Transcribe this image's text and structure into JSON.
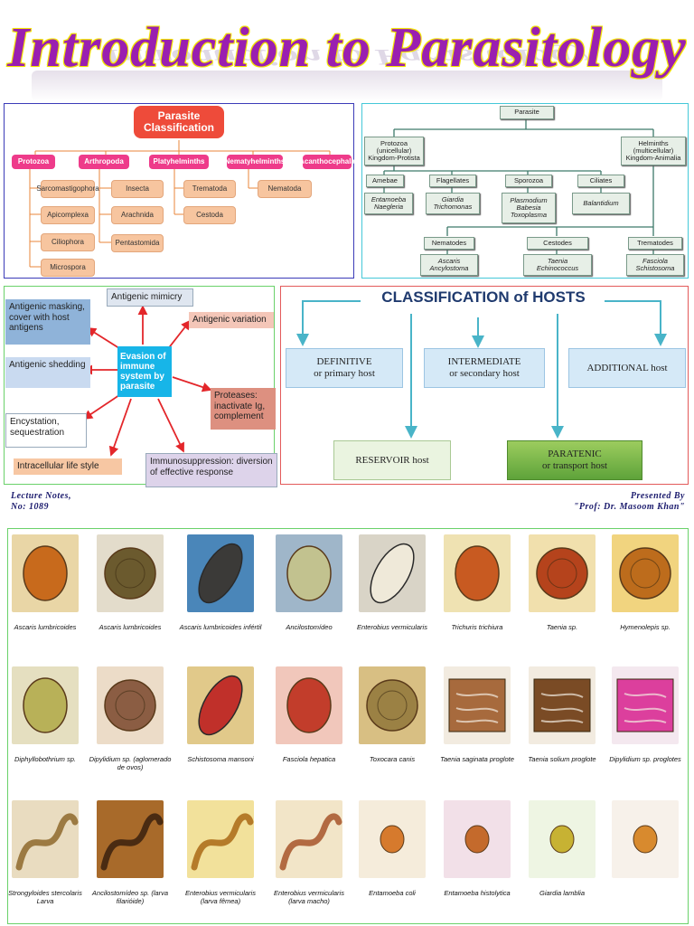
{
  "title": "Introduction to Parasitology",
  "classification_chart": {
    "root": "Parasite\nClassification",
    "groups": [
      "Protozoa",
      "Arthropoda",
      "Platyhelminths",
      "Nematyhelminths",
      "Acanthocephala"
    ],
    "protozoa_items": [
      "Sarcomastigophora",
      "Apicomplexa",
      "Ciliophora",
      "Microspora"
    ],
    "arthropoda_items": [
      "Insecta",
      "Arachnida",
      "Pentastomida"
    ],
    "platy_items": [
      "Trematoda",
      "Cestoda"
    ],
    "nemat_items": [
      "Nematoda"
    ]
  },
  "tree_chart": {
    "root": "Parasite",
    "protozoa": "Protozoa\n(unicellular)\nKingdom-Protista",
    "helminths": "Helminths\n(multicellular)\nKingdom-Animalia",
    "classes": [
      "Amebae",
      "Flagellates",
      "Sporozoa",
      "Ciliates"
    ],
    "class_examples": [
      "Entamoeba\nNaegleria",
      "Giardia\nTrichomonas",
      "Plasmodium\nBabesia\nToxoplasma",
      "Balantidium"
    ],
    "helminth_classes": [
      "Nematodes",
      "Cestodes",
      "Trematodes"
    ],
    "helminth_examples": [
      "Ascaris\nAncylostoma",
      "Taenia\nEchinococcus",
      "Fasciola\nSchistosoma"
    ]
  },
  "evasion": {
    "center": "Evasion of immune system by parasite",
    "items": [
      "Antigenic mimicry",
      "Antigenic masking, cover with host antigens",
      "Antigenic variation",
      "Antigenic shedding",
      "Proteases: inactivate Ig, complement",
      "Encystation, sequestration",
      "Intracellular life style",
      "Immunosuppression: diversion of effective response"
    ]
  },
  "hosts": {
    "title": "CLASSIFICATION of HOSTS",
    "definitive": "DEFINITIVE\nor primary host",
    "intermediate": "INTERMEDIATE\nor secondary host",
    "additional": "ADDITIONAL host",
    "reservoir": "RESERVOIR host",
    "paratenic": "PARATENIC\nor transport host"
  },
  "footer": {
    "left": "Lecture Notes,\nNo: 1089",
    "right": "Presented By\n\"Prof: Dr. Masoom Khan\""
  },
  "gallery": [
    {
      "caption": "Ascaris lumbricoides",
      "bg": "#e9d6a6",
      "fg": "#c86a1c",
      "shape": "oval"
    },
    {
      "caption": "Ascaris lumbricoides",
      "bg": "#e3dccb",
      "fg": "#6b5a2e",
      "shape": "round"
    },
    {
      "caption": "Ascaris lumbricoides infértil",
      "bg": "#4a86b9",
      "fg": "#3b3a38",
      "shape": "long"
    },
    {
      "caption": "Ancilostomídeo",
      "bg": "#9fb6c9",
      "fg": "#c2c28f",
      "shape": "oval"
    },
    {
      "caption": "Enterobius vermicularis",
      "bg": "#d9d4c7",
      "fg": "#efe9d9",
      "shape": "long"
    },
    {
      "caption": "Trichuris trichiura",
      "bg": "#efe2b2",
      "fg": "#c85a21",
      "shape": "oval"
    },
    {
      "caption": "Taenia sp.",
      "bg": "#f1e0ad",
      "fg": "#b5431c",
      "shape": "round"
    },
    {
      "caption": "Hymenolepis sp.",
      "bg": "#f1d47f",
      "fg": "#bd6c1c",
      "shape": "round"
    },
    {
      "caption": "Diphyllobothrium sp.",
      "bg": "#e5dfc0",
      "fg": "#b8b158",
      "shape": "oval"
    },
    {
      "caption": "Dipylidium sp. (aglomerado de ovos)",
      "bg": "#ecdcc8",
      "fg": "#8b5d43",
      "shape": "round"
    },
    {
      "caption": "Schistosoma mansoni",
      "bg": "#e1c98a",
      "fg": "#c0302a",
      "shape": "long"
    },
    {
      "caption": "Fasciola hepatica",
      "bg": "#f1c7bb",
      "fg": "#c23d2b",
      "shape": "oval"
    },
    {
      "caption": "Toxocara canis",
      "bg": "#d8bf83",
      "fg": "#9b8144",
      "shape": "round"
    },
    {
      "caption": "Taenia saginata proglote",
      "bg": "#f2ebe0",
      "fg": "#a76a3d",
      "shape": "rect"
    },
    {
      "caption": "Taenia solium proglote",
      "bg": "#f2ebe0",
      "fg": "#7a4b25",
      "shape": "rect"
    },
    {
      "caption": "Dipylidium sp. proglotes",
      "bg": "#f4e8ef",
      "fg": "#dc3f9d",
      "shape": "rect"
    },
    {
      "caption": "Strongyloides stercolaris Larva",
      "bg": "#e9dcc0",
      "fg": "#9c7a42",
      "shape": "worm"
    },
    {
      "caption": "Ancilostomídeo sp. (larva filarióide)",
      "bg": "#a86a2a",
      "fg": "#4a2b12",
      "shape": "worm"
    },
    {
      "caption": "Enterobius vermicularis (larva fêmea)",
      "bg": "#f2e19b",
      "fg": "#b57b29",
      "shape": "worm"
    },
    {
      "caption": "Enterobius vermicularis (larva macho)",
      "bg": "#f2e5c8",
      "fg": "#b26a42",
      "shape": "worm"
    },
    {
      "caption": "Entamoeba coli",
      "bg": "#f5ecdb",
      "fg": "#d67a2d",
      "shape": "small"
    },
    {
      "caption": "Entamoeba histolytica",
      "bg": "#f2e0e8",
      "fg": "#c46a2c",
      "shape": "small"
    },
    {
      "caption": "Giardia lamblia",
      "bg": "#eef5e3",
      "fg": "#c7b233",
      "shape": "small"
    },
    {
      "caption": "",
      "bg": "#f7f1ea",
      "fg": "#d88a2e",
      "shape": "small"
    }
  ]
}
